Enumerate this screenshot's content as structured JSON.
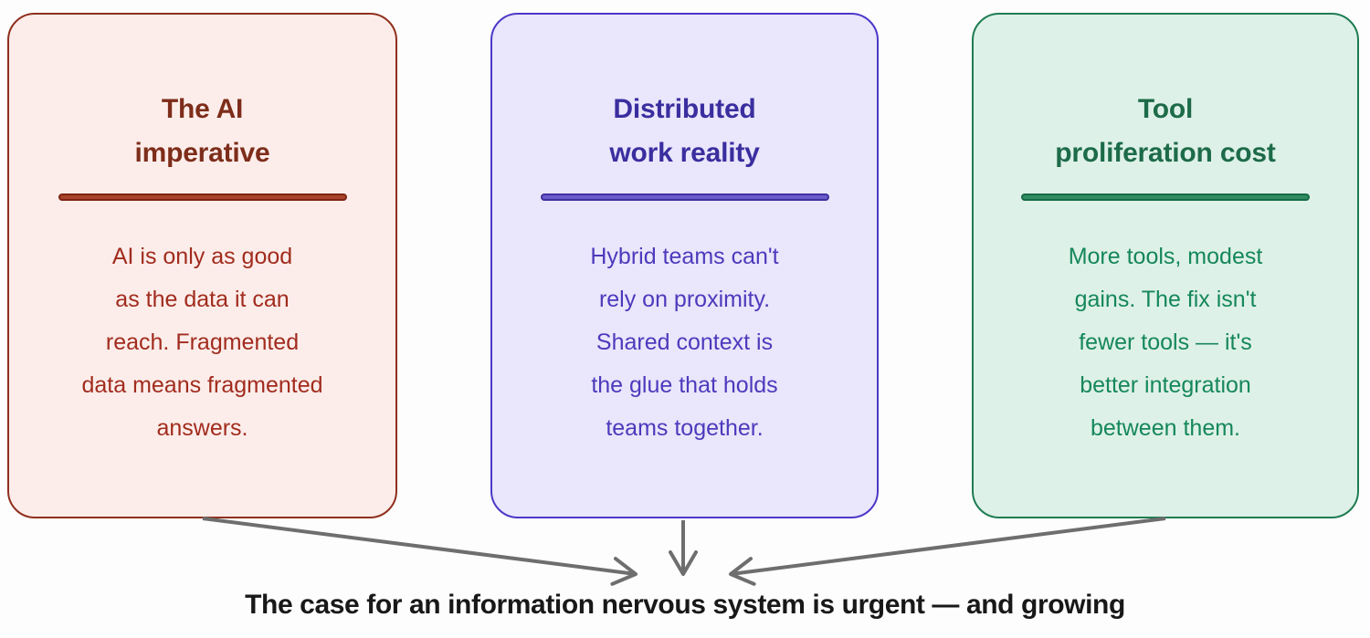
{
  "page": {
    "background": "#fdfdfd",
    "caption": "The case for an information nervous system is urgent — and growing",
    "caption_color": "#181818",
    "arrow_color": "#6e6e6e"
  },
  "cards": [
    {
      "name": "the-ai-imperative",
      "title_lines": [
        "The AI",
        "imperative"
      ],
      "body_lines": [
        "AI is only as good",
        "as the data it can",
        "reach. Fragmented",
        "data means fragmented",
        "answers."
      ],
      "colors": {
        "background": "#fcedea",
        "border": "#8f2f1d",
        "title": "#7d2d1a",
        "body": "#a12c1e",
        "divider_border": "#7e2513",
        "divider_fill": "#a8432c"
      }
    },
    {
      "name": "distributed-work-reality",
      "title_lines": [
        "Distributed",
        "work reality"
      ],
      "body_lines": [
        "Hybrid teams can't",
        "rely on proximity.",
        "Shared context is",
        "the glue that holds",
        "teams together."
      ],
      "colors": {
        "background": "#eae6fb",
        "border": "#4b38c8",
        "title": "#3a2e9f",
        "body": "#4c3abc",
        "divider_border": "#40309e",
        "divider_fill": "#6a5bcd"
      }
    },
    {
      "name": "tool-proliferation-cost",
      "title_lines": [
        "Tool",
        "proliferation cost"
      ],
      "body_lines": [
        "More tools, modest",
        "gains. The fix isn't",
        "fewer tools — it's",
        "better integration",
        "between them."
      ],
      "colors": {
        "background": "#def1e8",
        "border": "#1e7c52",
        "title": "#1d6b49",
        "body": "#15875b",
        "divider_border": "#166b45",
        "divider_fill": "#2f8c60"
      }
    }
  ]
}
